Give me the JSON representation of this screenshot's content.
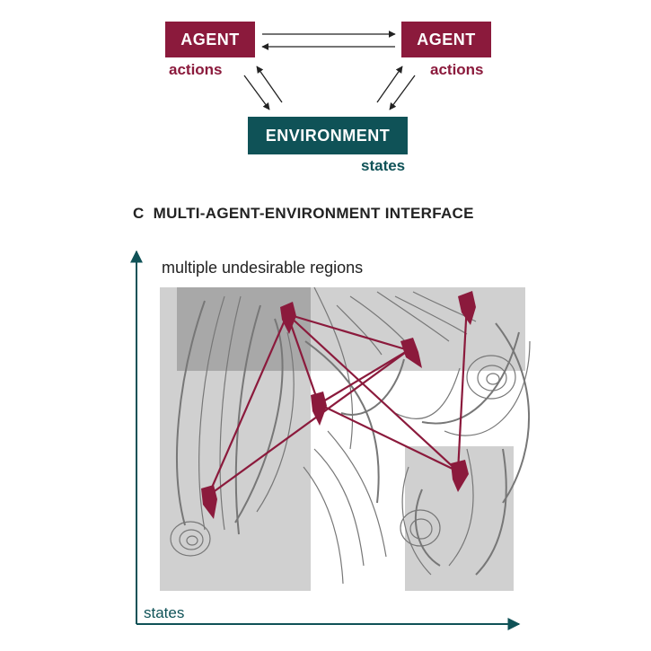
{
  "top_diagram": {
    "agent_left": "AGENT",
    "agent_right": "AGENT",
    "actions_left": "actions",
    "actions_right": "actions",
    "environment": "ENVIRONMENT",
    "states": "states"
  },
  "panel_c": {
    "title": "C  MULTI-AGENT-ENVIRONMENT INTERFACE",
    "region_caption": "multiple undesirable regions",
    "axis_label": "states"
  },
  "colors": {
    "agent": "#8b1a3c",
    "environment": "#0f5257",
    "region": "#d0d0d0",
    "region_overlap": "#a8a8a8",
    "contour": "#777777"
  }
}
